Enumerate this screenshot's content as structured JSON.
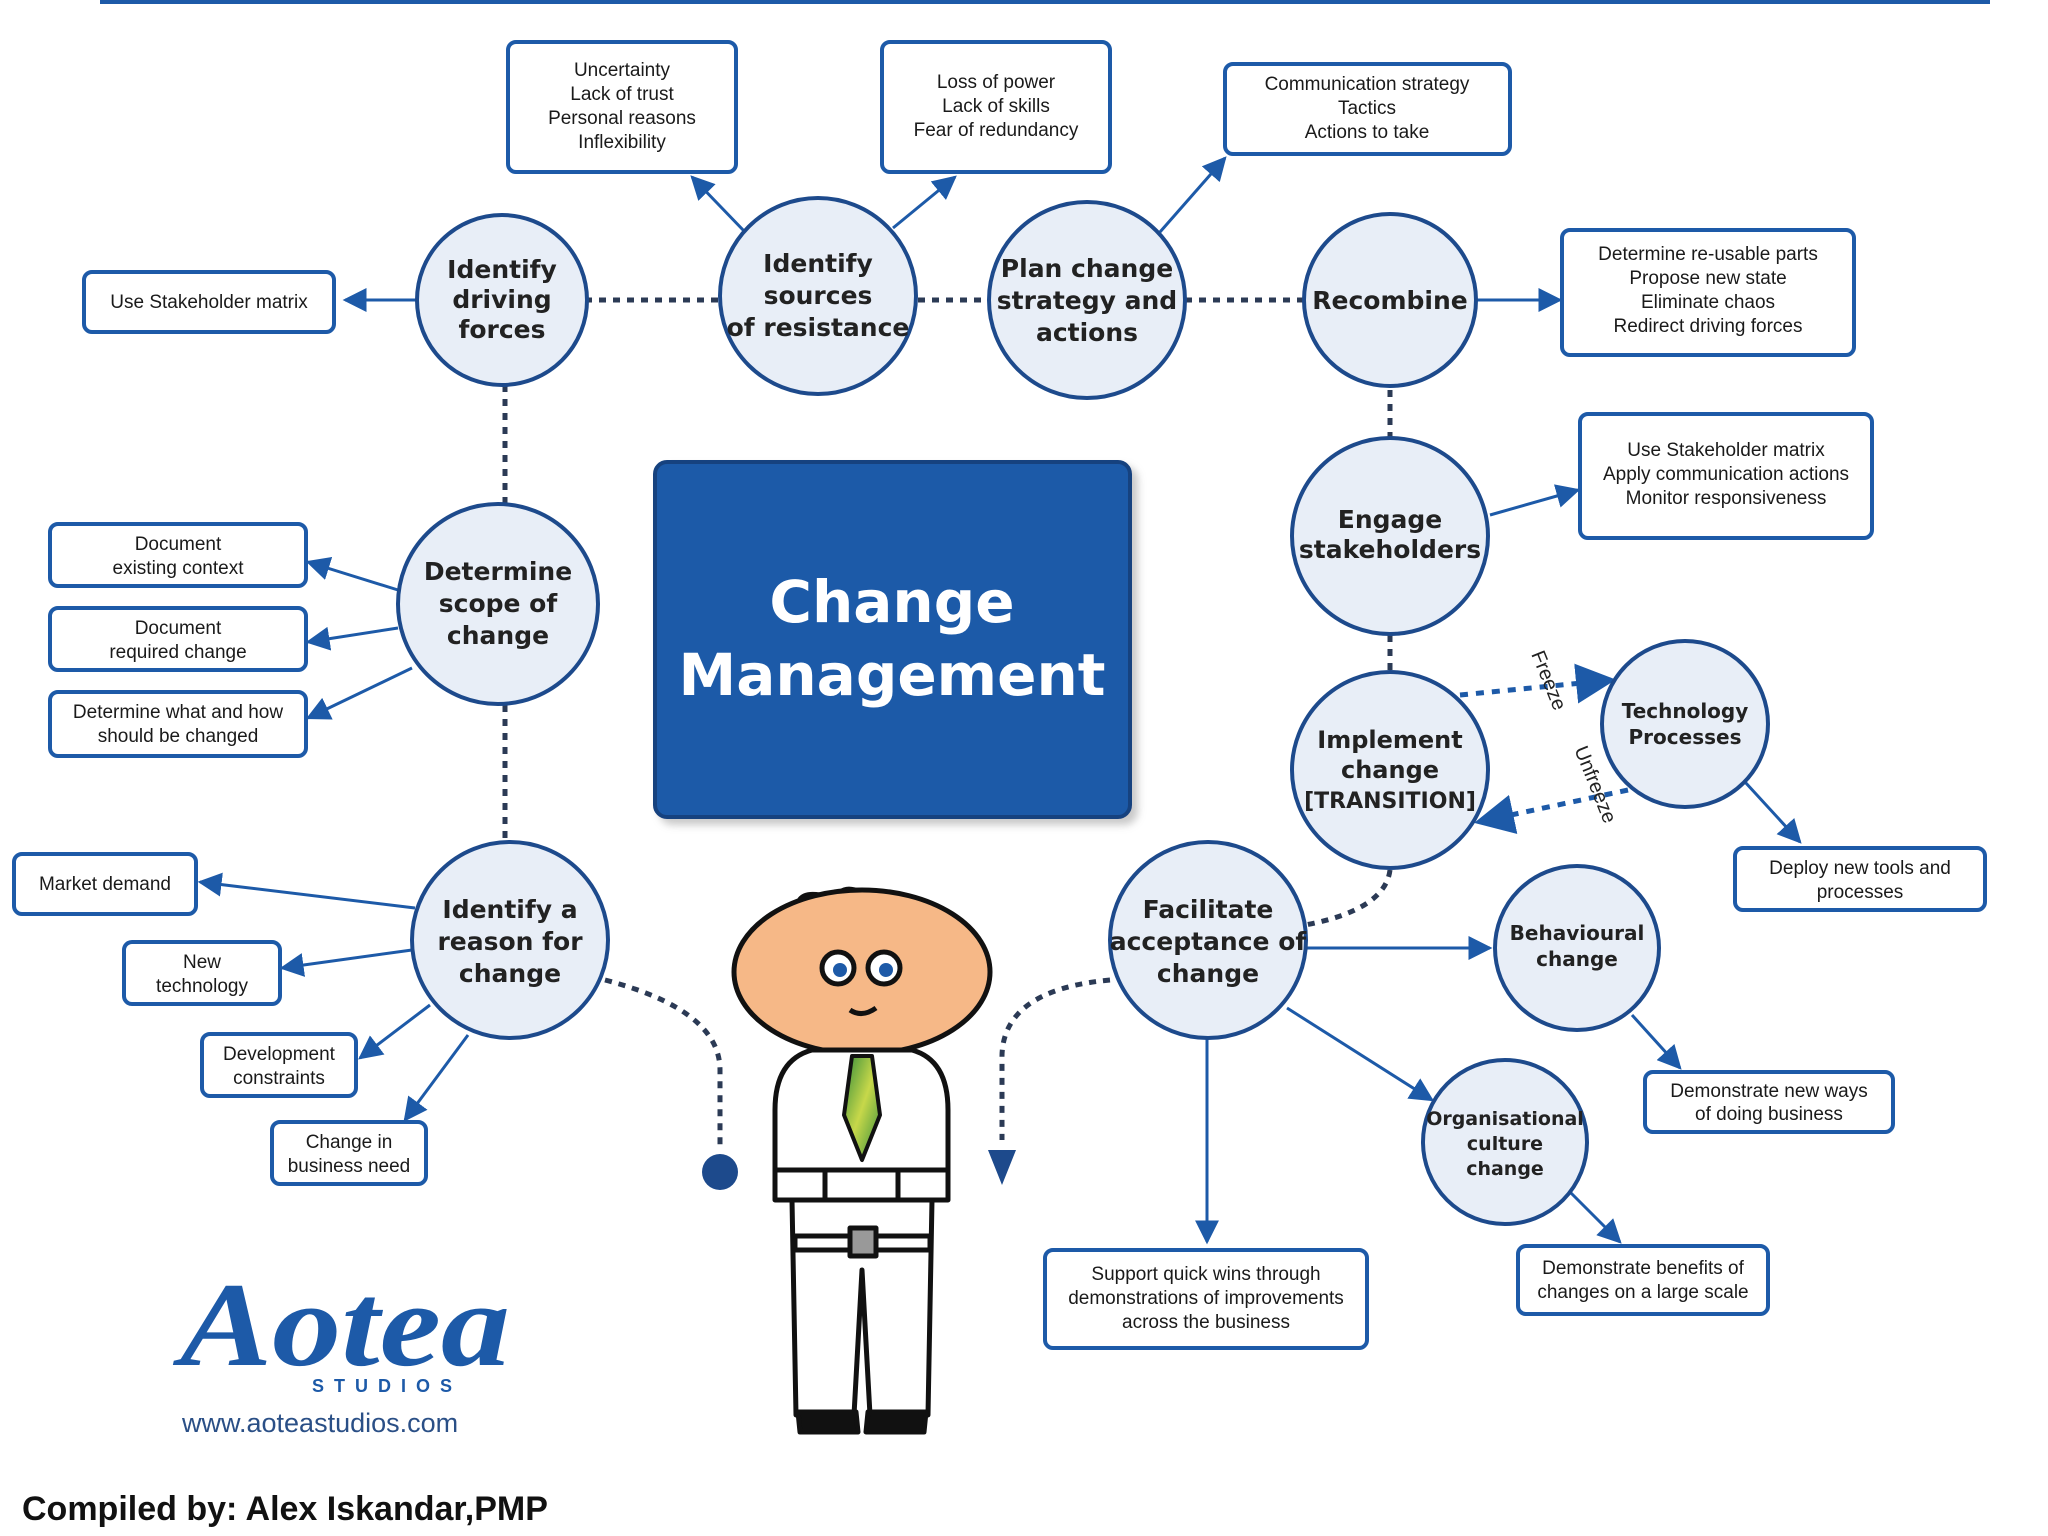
{
  "title": [
    "Change",
    "Management"
  ],
  "nodes": {
    "driving": [
      "Identify",
      "driving",
      "forces"
    ],
    "resistance": [
      "Identify",
      "sources",
      "of resistance"
    ],
    "plan": [
      "Plan change",
      "strategy and",
      "actions"
    ],
    "recombine": [
      "Recombine"
    ],
    "engage": [
      "Engage",
      "stakeholders"
    ],
    "implement": [
      "Implement",
      "change",
      "[TRANSITION]"
    ],
    "technology": [
      "Technology",
      "Processes"
    ],
    "scope": [
      "Determine",
      "scope of",
      "change"
    ],
    "reason": [
      "Identify a",
      "reason for",
      "change"
    ],
    "facilitate": [
      "Facilitate",
      "acceptance of",
      "change"
    ],
    "behavioural": [
      "Behavioural",
      "change"
    ],
    "organisational": [
      "Organisational",
      "culture",
      "change"
    ]
  },
  "boxes": {
    "resistance_reasons": [
      "Uncertainty",
      "Lack of trust",
      "Personal reasons",
      "Inflexibility"
    ],
    "resistance_losses": [
      "Loss of power",
      "Lack of skills",
      "Fear of redundancy"
    ],
    "plan_items": [
      "Communication strategy",
      "Tactics",
      "Actions to take"
    ],
    "stakeholder_matrix": [
      "Use Stakeholder matrix"
    ],
    "recombine_items": [
      "Determine re-usable parts",
      "Propose new state",
      "Eliminate chaos",
      "Redirect driving forces"
    ],
    "engage_items": [
      "Use Stakeholder matrix",
      "Apply communication actions",
      "Monitor responsiveness"
    ],
    "doc_existing": [
      "Document",
      "existing context"
    ],
    "doc_required": [
      "Document",
      "required change"
    ],
    "determine_what": [
      "Determine what and how",
      "should be changed"
    ],
    "market": [
      "Market demand"
    ],
    "new_tech": [
      "New",
      "technology"
    ],
    "dev_constraints": [
      "Development",
      "constraints"
    ],
    "business_need": [
      "Change in",
      "business need"
    ],
    "deploy": [
      "Deploy new tools and",
      "processes"
    ],
    "demonstrate_ways": [
      "Demonstrate new ways",
      "of doing business"
    ],
    "demonstrate_benefits": [
      "Demonstrate benefits of",
      "changes on a large scale"
    ],
    "quick_wins": [
      "Support quick wins through",
      "demonstrations of improvements",
      "across the business"
    ]
  },
  "edge_labels": {
    "freeze": "Freeze",
    "unfreeze": "Unfreeze"
  },
  "logo": {
    "name": "Aotea",
    "sub": "STUDIOS",
    "url": "www.aoteastudios.com"
  },
  "credit": "Compiled by: Alex Iskandar,PMP",
  "colors": {
    "primary": "#1d5aa8",
    "node_fill": "#e8eef7",
    "stroke": "#1d4a8c",
    "dotted": "#2b3a55"
  }
}
